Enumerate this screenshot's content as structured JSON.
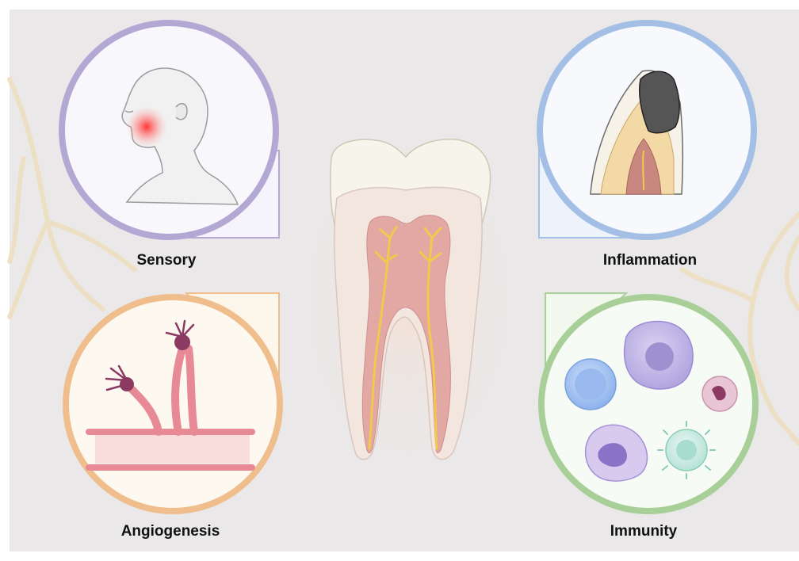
{
  "labels": {
    "sensory": "Sensory",
    "inflammation": "Inflammation",
    "angiogenesis": "Angiogenesis",
    "immunity": "Immunity"
  },
  "colors": {
    "background": "#eae8e8",
    "sensory_ring": "#b3a8d3",
    "inflammation_ring": "#a4bfe6",
    "angiogenesis_ring": "#efbe8c",
    "immunity_ring": "#a9cf98",
    "nerve": "#f2c94c",
    "pulp": "#e2a8a4"
  }
}
